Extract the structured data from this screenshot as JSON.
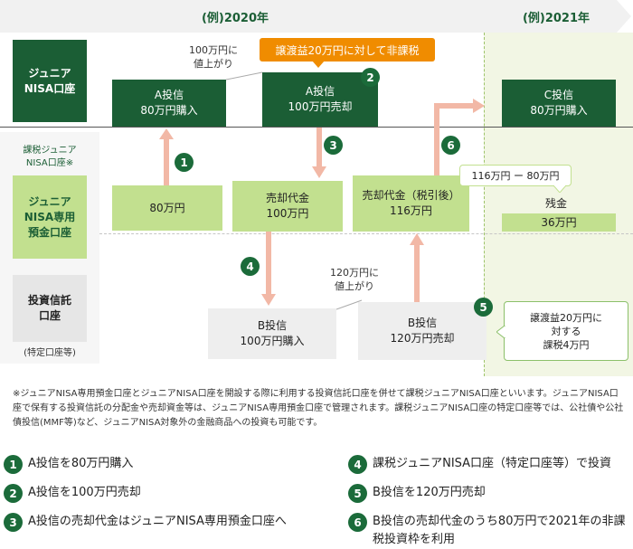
{
  "years": {
    "y2020": "(例)2020年",
    "y2021": "(例)2021年"
  },
  "colors": {
    "dark_green": "#1b5e35",
    "lime": "#c2e08f",
    "badge_green": "#1b6b3a",
    "orange": "#f08c00",
    "arrow_salmon": "#f2b8a6"
  },
  "rows": {
    "junior_nisa": "ジュニア\nNISA口座",
    "tax_label": "課税ジュニア\nNISA口座※",
    "deposit": "ジュニア\nNISA専用\n預金口座",
    "trust": "投資信託\n口座",
    "trust_note": "(特定口座等)"
  },
  "boxes": {
    "a_buy": "A投信\n80万円購入",
    "a_sell": "A投信\n100万円売却",
    "c_buy": "C投信\n80万円購入",
    "cash80": "80万円",
    "sale_proceeds": "売却代金\n100万円",
    "sale_after_tax": "売却代金（税引後）\n116万円",
    "balance_label": "残金",
    "balance_value": "36万円",
    "b_buy": "B投信\n100万円購入",
    "b_sell": "B投信\n120万円売却"
  },
  "notes": {
    "rise_a": "100万円に\n値上がり",
    "rise_b": "120万円に\n値上がり",
    "nontax": "譲渡益20万円に対して非課税",
    "calc": "116万円 ー 80万円",
    "tax_b": "譲渡益20万円に\n対する\n課税4万円"
  },
  "footnote": "※ジュニアNISA専用預金口座とジュニアNISA口座を開設する際に利用する投資信託口座を併せて課税ジュニアNISA口座といいます。ジュニアNISA口座で保有する投資信託の分配金や売却資金等は、ジュニアNISA専用預金口座で管理されます。課税ジュニアNISA口座の特定口座等では、公社債や公社債投信(MMF等)など、ジュニアNISA対象外の金融商品への投資も可能です。",
  "legend": [
    {
      "num": "1",
      "text": "A投信を80万円購入"
    },
    {
      "num": "2",
      "text": "A投信を100万円売却"
    },
    {
      "num": "3",
      "text": "A投信の売却代金はジュニアNISA専用預金口座へ"
    },
    {
      "num": "4",
      "text": "課税ジュニアNISA口座（特定口座等）で投資"
    },
    {
      "num": "5",
      "text": "B投信を120万円売却"
    },
    {
      "num": "6",
      "text": "B投信の売却代金のうち80万円で2021年の非課税投資枠を利用"
    }
  ],
  "step_badges": [
    "1",
    "2",
    "3",
    "4",
    "5",
    "6"
  ]
}
